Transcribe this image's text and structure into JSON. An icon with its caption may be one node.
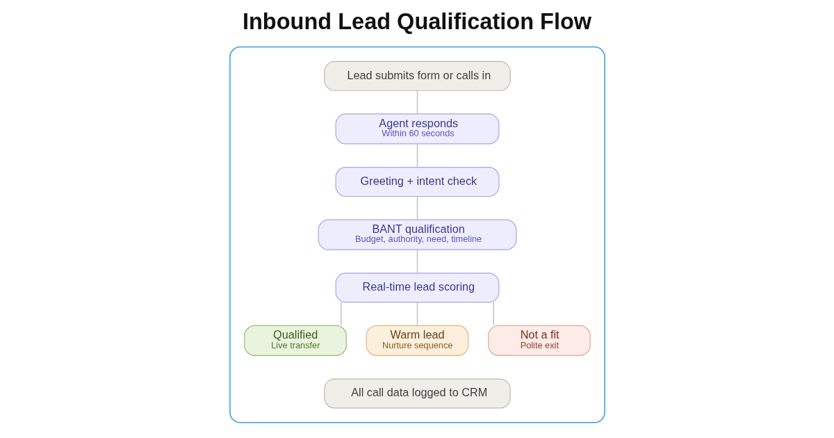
{
  "diagram": {
    "title": "Inbound Lead Qualification Flow",
    "nodes": [
      {
        "text": [],
        "shape": "box"
      },
      {
        "text": [
          "Lead submits form or calls in"
        ],
        "in": 0
      },
      {
        "text": [
          "Agent responds",
          "Within 60 seconds"
        ],
        "in": 0
      },
      {
        "text": [
          "Greeting + intent check"
        ],
        "in": 0
      },
      {
        "text": [
          "BANT qualification",
          "Budget, authority, need, timeline"
        ],
        "in": 0
      },
      {
        "text": [
          "Real-time lead scoring"
        ],
        "in": 0
      },
      {
        "text": [
          "Qualified",
          "Live transfer"
        ],
        "in": 0
      },
      {
        "text": [
          "Warm lead",
          "Nurture sequence"
        ],
        "in": 0
      },
      {
        "text": [
          "Not a fit",
          "Polite exit"
        ],
        "in": 0
      },
      {
        "text": [
          "All call data logged to CRM"
        ],
        "in": 0
      }
    ],
    "edges": [
      {
        "from": 1,
        "to": 2,
        "arrow": "none"
      },
      {
        "from": 2,
        "to": 3,
        "arrow": "none"
      },
      {
        "from": 3,
        "to": 4,
        "arrow": "none"
      },
      {
        "from": 4,
        "to": 5,
        "arrow": "none"
      },
      {
        "from": 5,
        "to": 6,
        "arrow": "none"
      },
      {
        "from": 5,
        "to": 7,
        "arrow": "none"
      },
      {
        "from": 5,
        "to": 8,
        "arrow": "none"
      }
    ]
  }
}
